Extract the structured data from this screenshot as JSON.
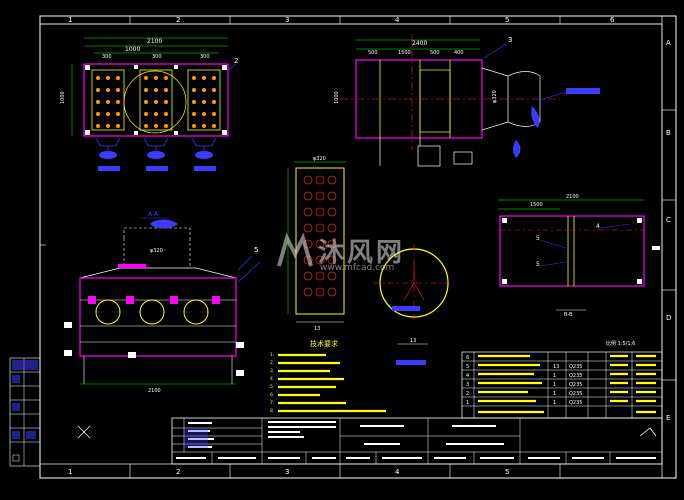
{
  "frame": {
    "col_labels": [
      "1",
      "2",
      "3",
      "4",
      "5",
      "6"
    ],
    "row_labels": [
      "A",
      "B",
      "C",
      "D",
      "E"
    ]
  },
  "views": {
    "top_left": {
      "dim_total": "2100",
      "dim_a": "1000",
      "dim_b": "300",
      "dim_side": "1000",
      "callout": "2"
    },
    "top_right": {
      "dim_total": "2400",
      "dim_parts": [
        "500",
        "1500",
        "500",
        "400"
      ],
      "dim_side": "1000",
      "dim_inner": "φ320",
      "callout": "3"
    },
    "plate": {
      "dim_top": "φ320",
      "label_num": "13"
    },
    "front": {
      "section": "A-A",
      "dim_bottom": "2100",
      "callout": "5",
      "dim_top": "φ320"
    },
    "bb": {
      "dim_total": "2100",
      "dim_inner": "1500",
      "section": "B-B",
      "labels": [
        "5",
        "4",
        "5"
      ]
    },
    "circle": {
      "label": "13"
    }
  },
  "watermark": {
    "brand": "沐风网",
    "url": "www.mfcad.com"
  },
  "notes": {
    "heading": "技术要求",
    "lines": [
      "1.",
      "2.",
      "3.",
      "4.",
      "5.",
      "6.",
      "7.",
      "8."
    ]
  },
  "parts_table": {
    "rows": [
      [
        "6",
        "",
        "",
        "",
        ""
      ],
      [
        "5",
        "",
        "13",
        "Q235",
        ""
      ],
      [
        "4",
        "",
        "1",
        "Q235",
        ""
      ],
      [
        "3",
        "",
        "1",
        "Q235",
        ""
      ],
      [
        "2",
        "",
        "1",
        "Q235",
        ""
      ],
      [
        "1",
        "",
        "1",
        "Q235",
        ""
      ]
    ],
    "scale_text": "比例 1:5/1:6"
  },
  "colors": {
    "frame": "#ffffff",
    "magenta": "#ff00ff",
    "yellow": "#ffff00",
    "cyan": "#00ffff",
    "blue": "#3c3cff",
    "red": "#ff2020",
    "green": "#00ff00",
    "white": "#ffffff"
  }
}
